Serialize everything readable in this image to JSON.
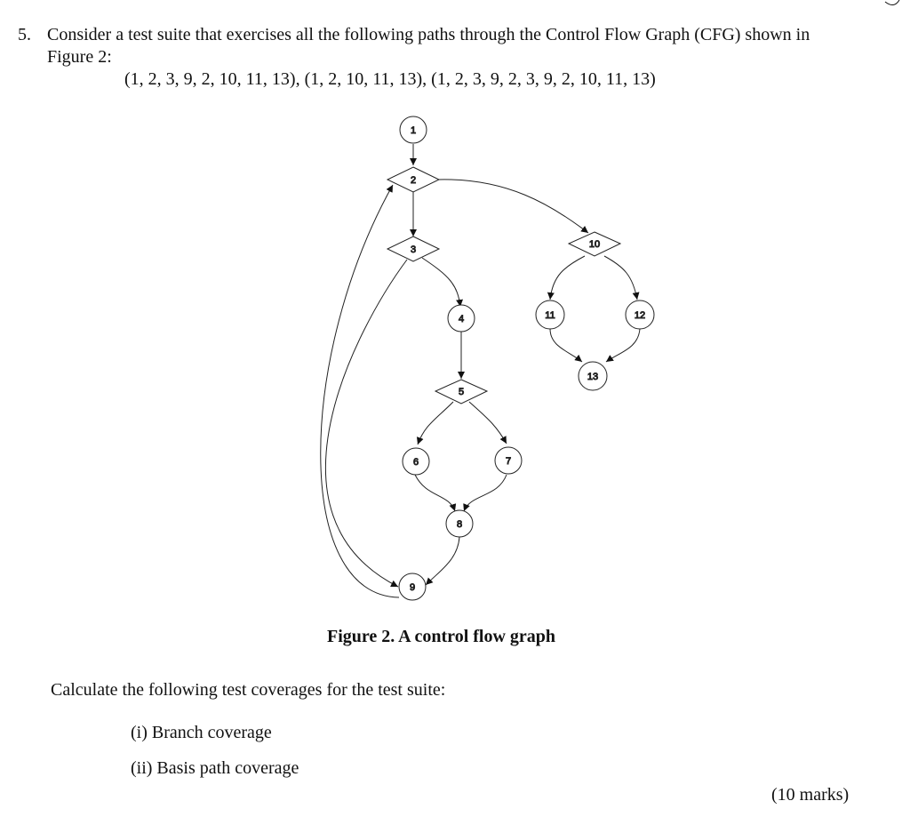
{
  "question": {
    "number": "5.",
    "text_line1": "Consider a test suite that exercises all the following paths through the Control Flow Graph (CFG) shown in",
    "text_line2": "Figure 2:",
    "paths": "(1, 2, 3, 9, 2, 10, 11, 13), (1, 2, 10, 11, 13), (1, 2, 3, 9, 2, 3, 9, 2, 10, 11, 13)"
  },
  "figure": {
    "caption": "Figure 2. A control flow graph",
    "nodes": [
      {
        "id": "1",
        "shape": "circle"
      },
      {
        "id": "2",
        "shape": "diamond"
      },
      {
        "id": "3",
        "shape": "diamond"
      },
      {
        "id": "4",
        "shape": "circle"
      },
      {
        "id": "5",
        "shape": "diamond"
      },
      {
        "id": "6",
        "shape": "circle"
      },
      {
        "id": "7",
        "shape": "circle"
      },
      {
        "id": "8",
        "shape": "circle"
      },
      {
        "id": "9",
        "shape": "circle"
      },
      {
        "id": "10",
        "shape": "diamond"
      },
      {
        "id": "11",
        "shape": "circle"
      },
      {
        "id": "12",
        "shape": "circle"
      },
      {
        "id": "13",
        "shape": "circle"
      }
    ],
    "edges": [
      [
        "1",
        "2"
      ],
      [
        "2",
        "3"
      ],
      [
        "2",
        "10"
      ],
      [
        "3",
        "4"
      ],
      [
        "3",
        "9"
      ],
      [
        "4",
        "5"
      ],
      [
        "5",
        "6"
      ],
      [
        "5",
        "7"
      ],
      [
        "6",
        "8"
      ],
      [
        "7",
        "8"
      ],
      [
        "8",
        "9"
      ],
      [
        "9",
        "2"
      ],
      [
        "10",
        "11"
      ],
      [
        "10",
        "12"
      ],
      [
        "11",
        "13"
      ],
      [
        "12",
        "13"
      ]
    ]
  },
  "instruction": "Calculate the following test coverages for the test suite:",
  "items": [
    "(i)  Branch coverage",
    "(ii) Basis path coverage"
  ],
  "marks": "(10 marks)"
}
